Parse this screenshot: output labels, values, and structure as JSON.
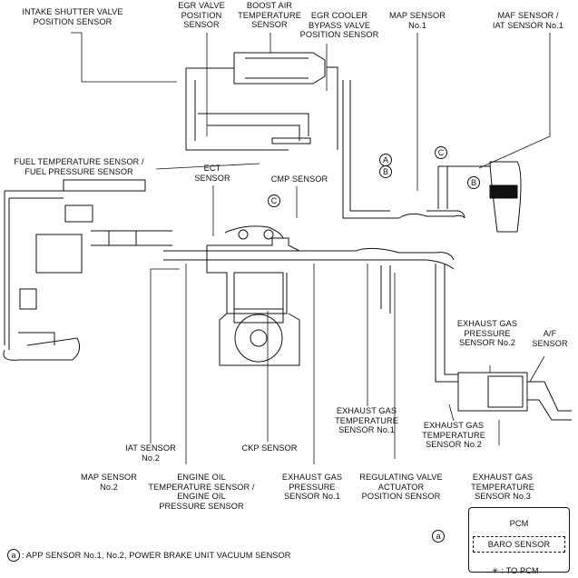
{
  "labels": {
    "intake_shutter": "INTAKE SHUTTER VALVE\nPOSITION SENSOR",
    "egr_valve": "EGR VALVE\nPOSITION\nSENSOR",
    "boost_air": "BOOST AIR\nTEMPERATURE\nSENSOR",
    "egr_cooler": "EGR COOLER\nBYPASS VALVE\nPOSITION SENSOR",
    "map_sensor_1": "MAP SENSOR\nNo.1",
    "maf_iat": "MAF SENSOR /\nIAT SENSOR No.1",
    "fuel_temp": "FUEL TEMPERATURE SENSOR /\nFUEL PRESSURE SENSOR",
    "ect": "ECT\nSENSOR",
    "cmp": "CMP SENSOR",
    "exhaust_press_2": "EXHAUST GAS\nPRESSURE\nSENSOR No.2",
    "af_sensor": "A/F\nSENSOR",
    "iat_2": "IAT SENSOR\nNo.2",
    "ckp": "CKP SENSOR",
    "exhaust_temp_1": "EXHAUST GAS\nTEMPERATURE\nSENSOR No.1",
    "exhaust_temp_2": "EXHAUST GAS\nTEMPERATURE\nSENSOR No.2",
    "map_sensor_2": "MAP SENSOR\nNo.2",
    "engine_oil": "ENGINE OIL\nTEMPERATURE SENSOR /\nENGINE OIL\nPRESSURE SENSOR",
    "exhaust_press_1": "EXHAUST GAS\nPRESSURE\nSENSOR No.1",
    "regulating_valve": "REGULATING VALVE\nACTUATOR\nPOSITION SENSOR",
    "exhaust_temp_3": "EXHAUST GAS\nTEMPERATURE\nSENSOR No.3"
  },
  "markers": {
    "a": "a",
    "A": "A",
    "B": "B",
    "C": "C",
    "asterisk": "✳"
  },
  "pcm": {
    "title": "PCM",
    "baro": "BARO SENSOR"
  },
  "footnotes": {
    "a_note": ": APP SENSOR No.1, No.2, POWER BRAKE UNIT VACUUM SENSOR",
    "to_pcm": "✳ : TO PCM"
  }
}
